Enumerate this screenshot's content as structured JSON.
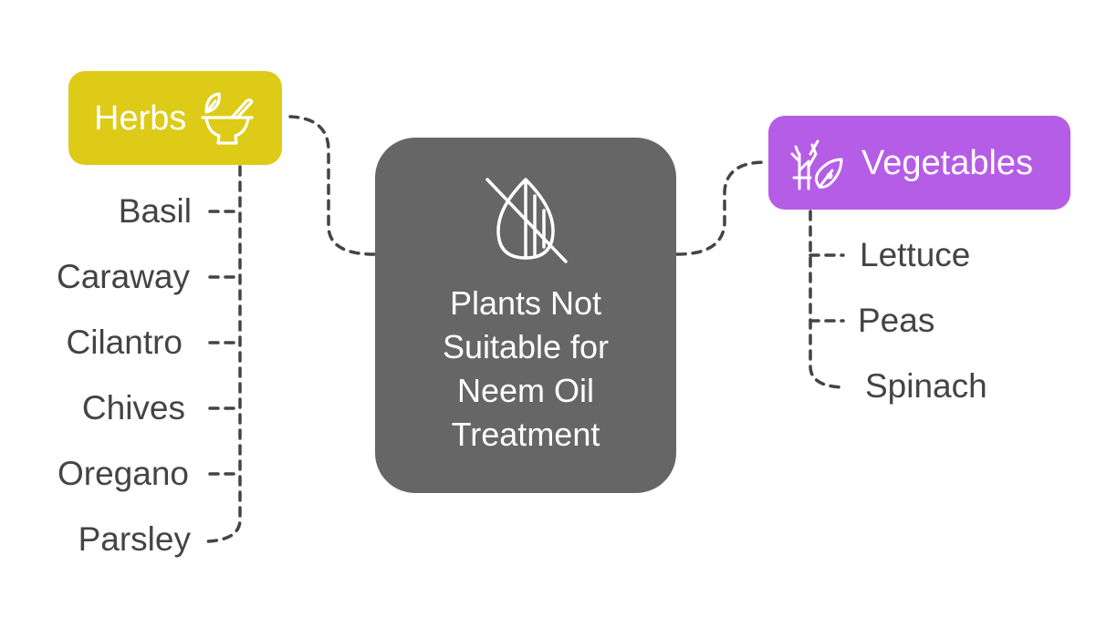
{
  "center": {
    "title": "Plants Not Suitable for Neem Oil Treatment",
    "icon": "no-leaf-icon",
    "color": "#666666"
  },
  "categories": [
    {
      "id": "herbs",
      "label": "Herbs",
      "icon": "mortar-pestle-icon",
      "color": "#DDCB17",
      "items": [
        "Basil",
        "Caraway",
        "Cilantro",
        "Chives",
        "Oregano",
        "Parsley"
      ]
    },
    {
      "id": "vegetables",
      "label": "Vegetables",
      "icon": "vegetables-icon",
      "color": "#B55DE6",
      "items": [
        "Lettuce",
        "Peas",
        "Spinach"
      ]
    }
  ],
  "connector_color": "#444444"
}
